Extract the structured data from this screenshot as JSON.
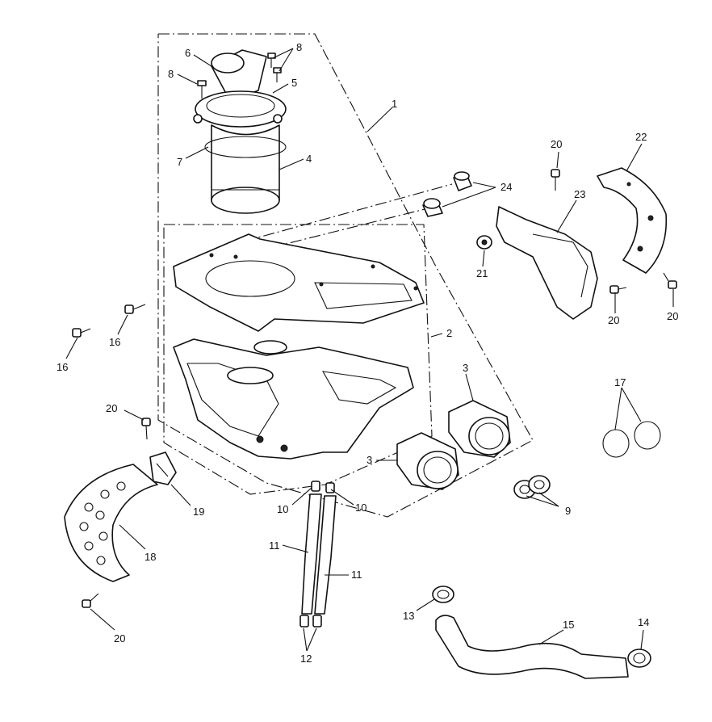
{
  "diagram": {
    "callouts": [
      {
        "id": "c1",
        "label": "1"
      },
      {
        "id": "c2",
        "label": "2"
      },
      {
        "id": "c3a",
        "label": "3"
      },
      {
        "id": "c3b",
        "label": "3"
      },
      {
        "id": "c4",
        "label": "4"
      },
      {
        "id": "c5",
        "label": "5"
      },
      {
        "id": "c6",
        "label": "6"
      },
      {
        "id": "c7",
        "label": "7"
      },
      {
        "id": "c8a",
        "label": "8"
      },
      {
        "id": "c8b",
        "label": "8"
      },
      {
        "id": "c9",
        "label": "9"
      },
      {
        "id": "c10a",
        "label": "10"
      },
      {
        "id": "c10b",
        "label": "10"
      },
      {
        "id": "c11a",
        "label": "11"
      },
      {
        "id": "c11b",
        "label": "11"
      },
      {
        "id": "c12",
        "label": "12"
      },
      {
        "id": "c13",
        "label": "13"
      },
      {
        "id": "c14",
        "label": "14"
      },
      {
        "id": "c15",
        "label": "15"
      },
      {
        "id": "c16a",
        "label": "16"
      },
      {
        "id": "c16b",
        "label": "16"
      },
      {
        "id": "c17",
        "label": "17"
      },
      {
        "id": "c18",
        "label": "18"
      },
      {
        "id": "c19",
        "label": "19"
      },
      {
        "id": "c20a",
        "label": "20"
      },
      {
        "id": "c20b",
        "label": "20"
      },
      {
        "id": "c20c",
        "label": "20"
      },
      {
        "id": "c20d",
        "label": "20"
      },
      {
        "id": "c20e",
        "label": "20"
      },
      {
        "id": "c21",
        "label": "21"
      },
      {
        "id": "c22",
        "label": "22"
      },
      {
        "id": "c23",
        "label": "23"
      },
      {
        "id": "c24",
        "label": "24"
      }
    ]
  }
}
